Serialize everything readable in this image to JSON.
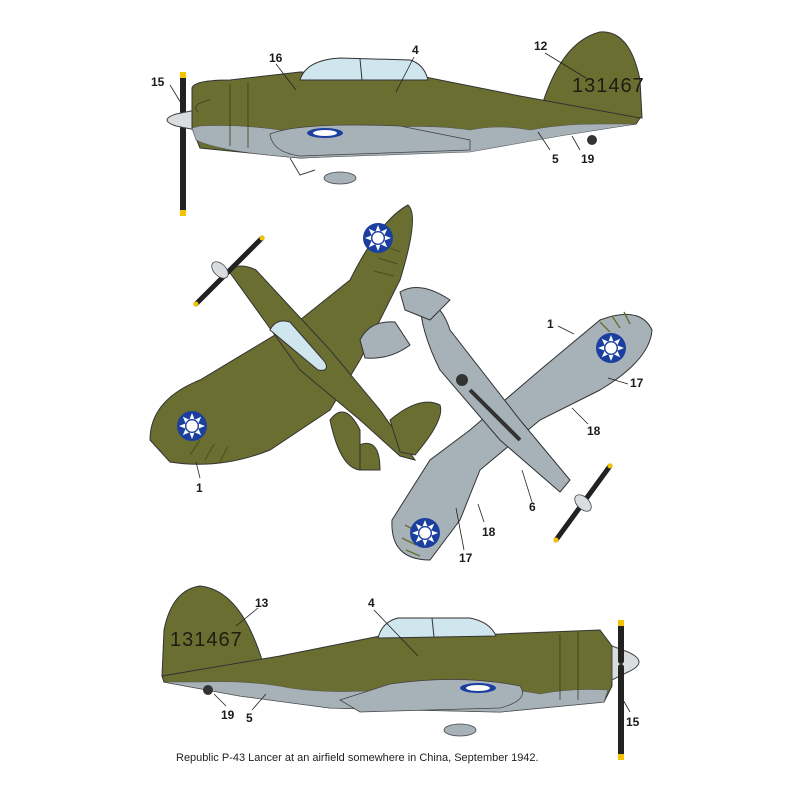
{
  "caption": "Republic P-43 Lancer at an airfield somewhere in China, September 1942.",
  "serial_top": "131467",
  "serial_bottom": "131467",
  "colors": {
    "olive_drab": "#6b6e31",
    "olive_dark": "#4f5223",
    "neutral_gray": "#a7b2b8",
    "gray_dark": "#7e8a92",
    "canopy": "#cfe6ee",
    "roundel_blue": "#1b3f9e",
    "prop_tip": "#f2c400"
  },
  "callouts": {
    "top_view": [
      "16",
      "4",
      "12",
      "15",
      "5",
      "19"
    ],
    "upper_plan": [
      "1"
    ],
    "lower_plan": [
      "1",
      "17",
      "18",
      "6",
      "18",
      "17"
    ],
    "bottom_view": [
      "13",
      "4",
      "19",
      "5",
      "15"
    ]
  }
}
